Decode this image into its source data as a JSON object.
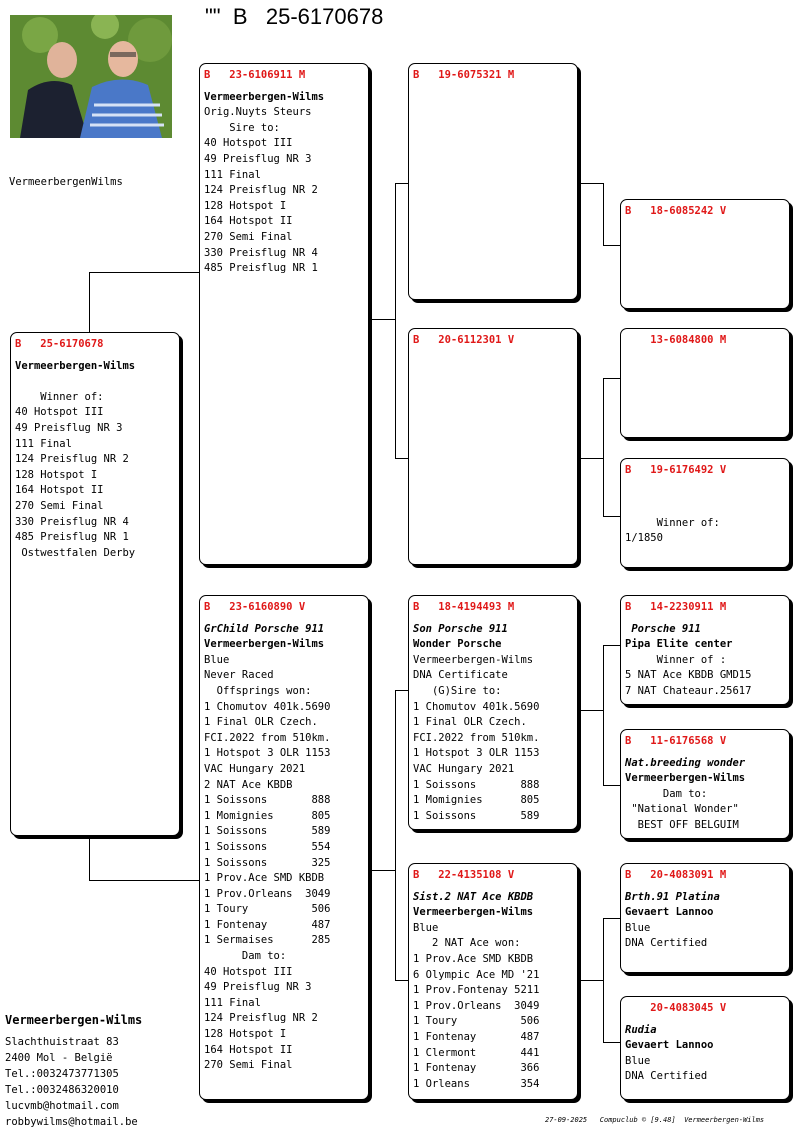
{
  "header": {
    "title": "\"\"  B   25-6170678"
  },
  "owner_tag": "VermeerbergenWilms",
  "contact": {
    "name": "Vermeerbergen-Wilms",
    "lines": [
      "Slachthuistraat 83",
      "2400  Mol - België",
      "Tel.:0032473771305",
      "Tel.:0032486320010",
      "lucvmb@hotmail.com",
      "robbywilms@hotmail.be"
    ]
  },
  "footer": "27-09-2025   Compuclub © [9.48]  Vermeerbergen-Wilms",
  "colors": {
    "ring": "#e01818"
  },
  "pigeons": {
    "main": {
      "ring": "B   25-6170678",
      "lines": [
        {
          "t": "Vermeerbergen-Wilms",
          "s": "name"
        },
        {
          "t": ""
        },
        {
          "t": "    Winner of:"
        },
        {
          "t": "40 Hotspot III"
        },
        {
          "t": "49 Preisflug NR 3"
        },
        {
          "t": "111 Final"
        },
        {
          "t": "124 Preisflug NR 2"
        },
        {
          "t": "128 Hotspot I"
        },
        {
          "t": "164 Hotspot II"
        },
        {
          "t": "270 Semi Final"
        },
        {
          "t": "330 Preisflug NR 4"
        },
        {
          "t": "485 Preisflug NR 1"
        },
        {
          "t": " Ostwestfalen Derby"
        }
      ]
    },
    "sire": {
      "ring": "B   23-6106911 M",
      "lines": [
        {
          "t": "Vermeerbergen-Wilms",
          "s": "name"
        },
        {
          "t": "Orig.Nuyts Steurs"
        },
        {
          "t": "    Sire to:"
        },
        {
          "t": "40 Hotspot III"
        },
        {
          "t": "49 Preisflug NR 3"
        },
        {
          "t": "111 Final"
        },
        {
          "t": "124 Preisflug NR 2"
        },
        {
          "t": "128 Hotspot I"
        },
        {
          "t": "164 Hotspot II"
        },
        {
          "t": "270 Semi Final"
        },
        {
          "t": "330 Preisflug NR 4"
        },
        {
          "t": "485 Preisflug NR 1"
        }
      ]
    },
    "dam": {
      "ring": "B   23-6160890 V",
      "lines": [
        {
          "t": "GrChild Porsche 911",
          "s": "alias"
        },
        {
          "t": "Vermeerbergen-Wilms",
          "s": "name"
        },
        {
          "t": "Blue"
        },
        {
          "t": "Never Raced"
        },
        {
          "t": "  Offsprings won:"
        },
        {
          "t": "1 Chomutov 401k.5690"
        },
        {
          "t": "1 Final OLR Czech."
        },
        {
          "t": "FCI.2022 from 510km."
        },
        {
          "t": "1 Hotspot 3 OLR 1153"
        },
        {
          "t": "VAC Hungary 2021"
        },
        {
          "t": "2 NAT Ace KBDB"
        },
        {
          "t": "1 Soissons       888"
        },
        {
          "t": "1 Momignies      805"
        },
        {
          "t": "1 Soissons       589"
        },
        {
          "t": "1 Soissons       554"
        },
        {
          "t": "1 Soissons       325"
        },
        {
          "t": "1 Prov.Ace SMD KBDB"
        },
        {
          "t": "1 Prov.Orleans  3049"
        },
        {
          "t": "1 Toury          506"
        },
        {
          "t": "1 Fontenay       487"
        },
        {
          "t": "1 Sermaises      285"
        },
        {
          "t": "      Dam to:"
        },
        {
          "t": "40 Hotspot III"
        },
        {
          "t": "49 Preisflug NR 3"
        },
        {
          "t": "111 Final"
        },
        {
          "t": "124 Preisflug NR 2"
        },
        {
          "t": "128 Hotspot I"
        },
        {
          "t": "164 Hotspot II"
        },
        {
          "t": "270 Semi Final"
        }
      ]
    },
    "ss": {
      "ring": "B   19-6075321 M",
      "lines": []
    },
    "sd": {
      "ring": "B   20-6112301 V",
      "lines": []
    },
    "ds": {
      "ring": "B   18-4194493 M",
      "lines": [
        {
          "t": "Son Porsche 911",
          "s": "alias"
        },
        {
          "t": "Wonder Porsche",
          "s": "name"
        },
        {
          "t": "Vermeerbergen-Wilms"
        },
        {
          "t": "DNA Certificate"
        },
        {
          "t": "   (G)Sire to:"
        },
        {
          "t": "1 Chomutov 401k.5690"
        },
        {
          "t": "1 Final OLR Czech."
        },
        {
          "t": "FCI.2022 from 510km."
        },
        {
          "t": "1 Hotspot 3 OLR 1153"
        },
        {
          "t": "VAC Hungary 2021"
        },
        {
          "t": "1 Soissons       888"
        },
        {
          "t": "1 Momignies      805"
        },
        {
          "t": "1 Soissons       589"
        }
      ]
    },
    "dd": {
      "ring": "B   22-4135108 V",
      "lines": [
        {
          "t": "Sist.2 NAT Ace KBDB",
          "s": "alias"
        },
        {
          "t": "Vermeerbergen-Wilms",
          "s": "name"
        },
        {
          "t": "Blue"
        },
        {
          "t": "   2 NAT Ace won:"
        },
        {
          "t": "1 Prov.Ace SMD KBDB"
        },
        {
          "t": "6 Olympic Ace MD '21"
        },
        {
          "t": "1 Prov.Fontenay 5211"
        },
        {
          "t": "1 Prov.Orleans  3049"
        },
        {
          "t": "1 Toury          506"
        },
        {
          "t": "1 Fontenay       487"
        },
        {
          "t": "1 Clermont       441"
        },
        {
          "t": "1 Fontenay       366"
        },
        {
          "t": "1 Orleans        354"
        }
      ]
    },
    "ssd": {
      "ring": "B   18-6085242 V",
      "lines": []
    },
    "sds": {
      "ring": "    13-6084800 M",
      "lines": []
    },
    "sdd": {
      "ring": "B   19-6176492 V",
      "lines": [
        {
          "t": ""
        },
        {
          "t": ""
        },
        {
          "t": "     Winner of:"
        },
        {
          "t": "1/1850"
        }
      ]
    },
    "dss": {
      "ring": "B   14-2230911 M",
      "lines": [
        {
          "t": " Porsche 911",
          "s": "alias"
        },
        {
          "t": "Pipa Elite center",
          "s": "name"
        },
        {
          "t": "     Winner of :"
        },
        {
          "t": "5 NAT Ace KBDB GMD15"
        },
        {
          "t": "7 NAT Chateaur.25617"
        }
      ]
    },
    "dsd": {
      "ring": "B   11-6176568 V",
      "lines": [
        {
          "t": "Nat.breeding wonder",
          "s": "alias"
        },
        {
          "t": "Vermeerbergen-Wilms",
          "s": "name"
        },
        {
          "t": "      Dam to:"
        },
        {
          "t": " \"National Wonder\""
        },
        {
          "t": "  BEST OFF BELGUIM"
        }
      ]
    },
    "dds": {
      "ring": "B   20-4083091 M",
      "lines": [
        {
          "t": "Brth.91 Platina",
          "s": "alias"
        },
        {
          "t": "Gevaert Lannoo",
          "s": "name"
        },
        {
          "t": "Blue"
        },
        {
          "t": "DNA Certified"
        }
      ]
    },
    "ddd": {
      "ring": "    20-4083045 V",
      "lines": [
        {
          "t": "Rudia",
          "s": "alias"
        },
        {
          "t": "Gevaert Lannoo",
          "s": "name"
        },
        {
          "t": "Blue"
        },
        {
          "t": "DNA Certified"
        }
      ]
    }
  }
}
